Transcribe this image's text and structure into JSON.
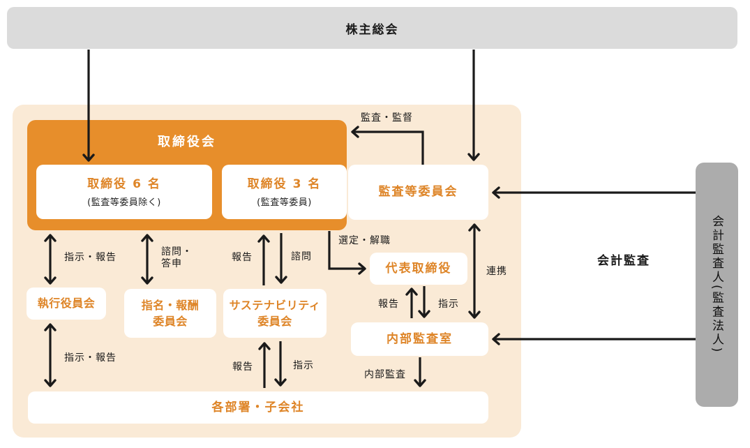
{
  "colors": {
    "box_orange": "#e78e2b",
    "orange_text": "#de8528",
    "panel_bg": "#faead6",
    "top_bar_bg": "#dbdbdb",
    "side_bar_bg": "#acacac",
    "ink": "#1a1a1a",
    "node_bg": "#ffffff"
  },
  "nodes": {
    "shareholders": {
      "label": "株主総会"
    },
    "board": {
      "label": "取締役会"
    },
    "directors6": {
      "title": "取締役 6 名",
      "subtitle": "(監査等委員除く)"
    },
    "directors3": {
      "title": "取締役 3 名",
      "subtitle": "(監査等委員)"
    },
    "audit_committee": {
      "label": "監査等委員会"
    },
    "executive_council": {
      "label": "執行役員会"
    },
    "nomination_committee": {
      "line1": "指名・報酬",
      "line2": "委員会"
    },
    "sustainability_committee": {
      "line1": "サステナビリティ",
      "line2": "委員会"
    },
    "representative_director": {
      "label": "代表取締役"
    },
    "internal_audit_office": {
      "label": "内部監査室"
    },
    "departments": {
      "label": "各部署・子会社"
    },
    "accounting_auditor": {
      "label": "会計監査人(監査法人)"
    }
  },
  "edge_labels": {
    "audit_supervision": "監査・監督",
    "appointment_dismissal": "選定・解職",
    "instruction_report_top": "指示・報告",
    "consultation_reply_line1": "諮問・",
    "consultation_reply_line2": "答申",
    "report_sustainability": "報告",
    "consultation_sustainability": "諮問",
    "cooperation": "連携",
    "report_ceo": "報告",
    "instruction_ceo": "指示",
    "instruction_report_bottom": "指示・報告",
    "report_departments": "報告",
    "instruction_departments": "指示",
    "internal_audit": "内部監査",
    "accounting_audit": "会計監査"
  }
}
